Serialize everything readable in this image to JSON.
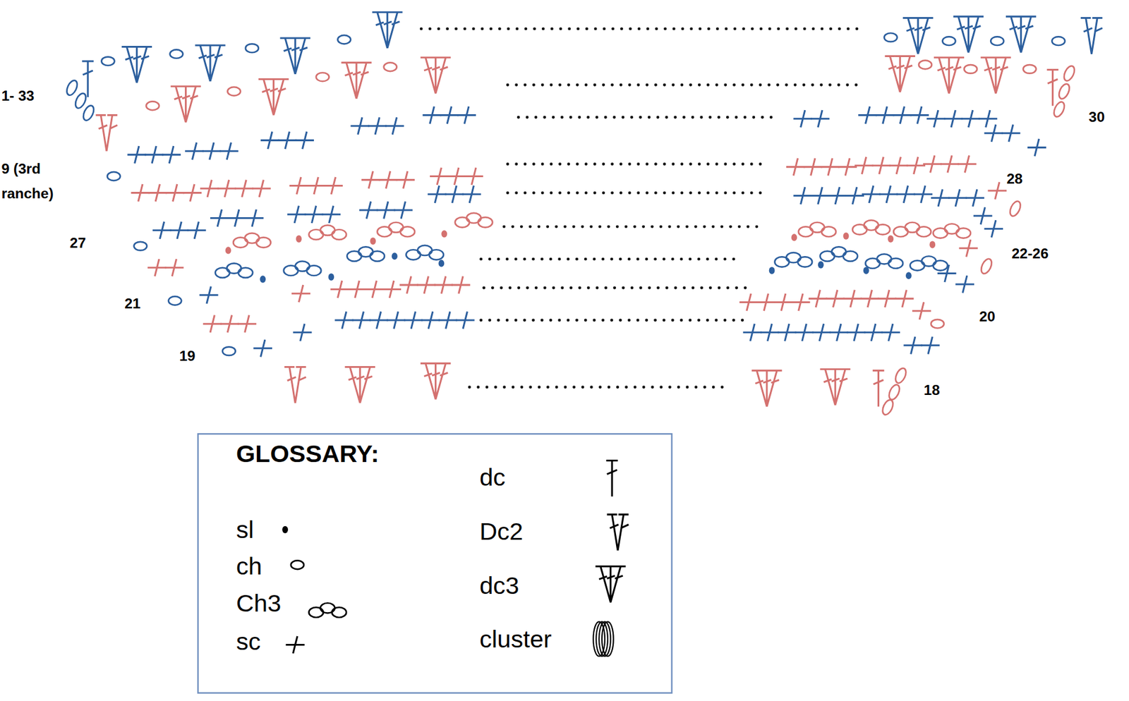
{
  "diagram": {
    "labels": [
      "1- 33",
      "9 (3rd",
      "ranche)",
      "27",
      "21",
      "19",
      "30",
      "28",
      "22-26",
      "20",
      "18",
      "GLOSSARY:"
    ],
    "legend": [
      {
        "text": "sl"
      },
      {
        "text": "ch"
      },
      {
        "text": "Ch3"
      },
      {
        "text": "sc"
      },
      {
        "text": "dc"
      },
      {
        "text": "Dc2"
      },
      {
        "text": "dc3"
      },
      {
        "text": "cluster"
      }
    ]
  }
}
